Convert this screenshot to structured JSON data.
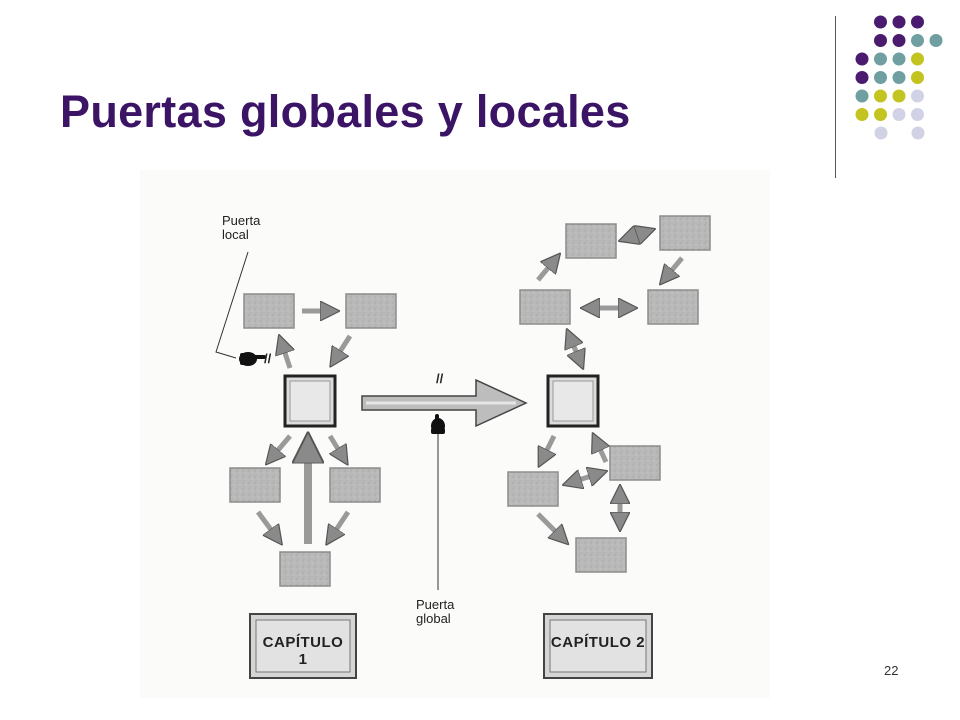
{
  "slide": {
    "title": "Puertas globales y locales",
    "page_number": "22"
  },
  "theme": {
    "title_color": "#3b1466",
    "dot_colors": {
      "purple": "#4a1b6e",
      "teal": "#6f9fa0",
      "yellow": "#c4c420",
      "lavender": "#d2d2e6"
    }
  },
  "diagram": {
    "label_local_line1": "Puerta",
    "label_local_line2": "local",
    "label_global_line1": "Puerta",
    "label_global_line2": "global",
    "break_mark_local": "//",
    "break_mark_global": "//",
    "chapter_1": "CAPÍTULO 1",
    "chapter_2": "CAPÍTULO 2",
    "icons": [
      "pointing-hand-icon",
      "pointing-hand-icon"
    ]
  }
}
